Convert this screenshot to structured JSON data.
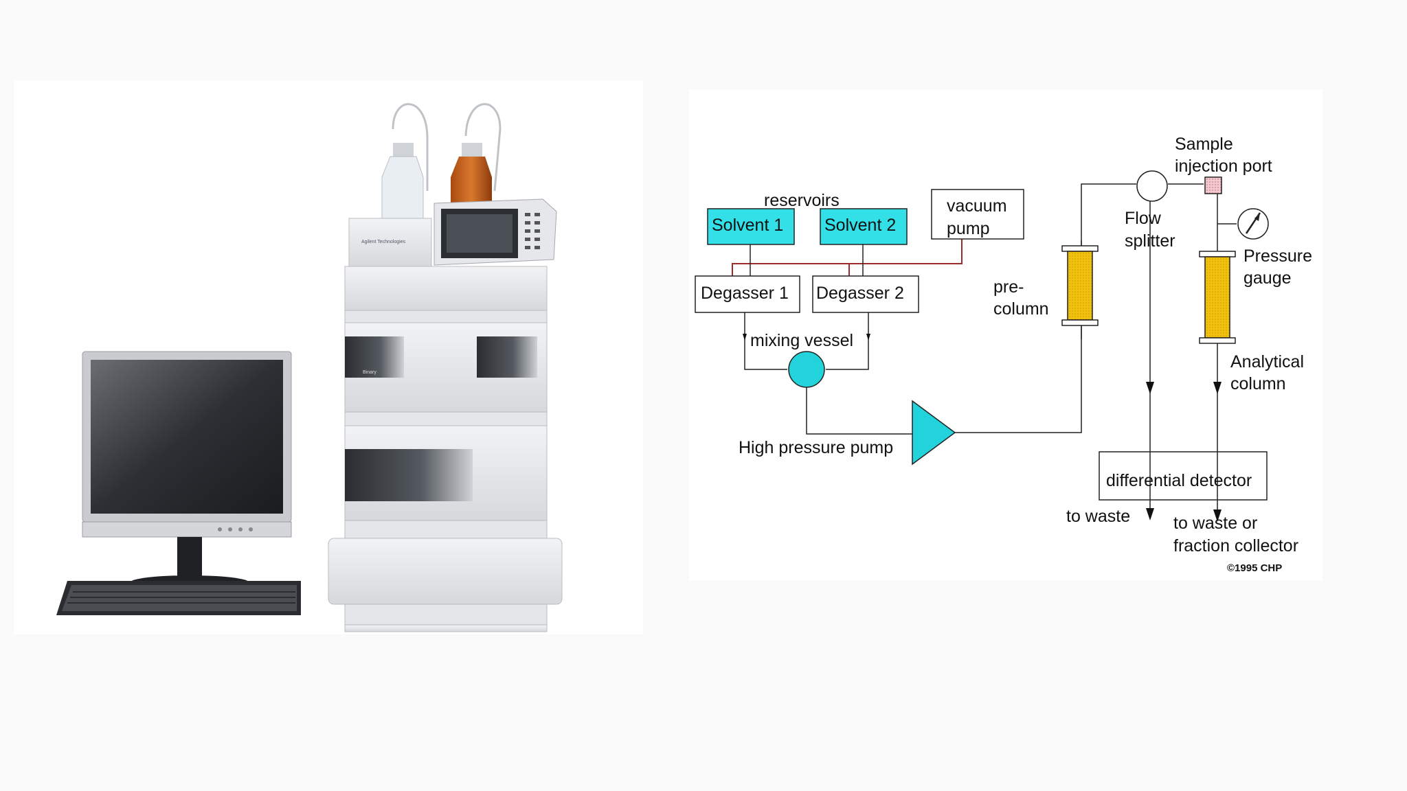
{
  "diagram": {
    "reservoirs_label": "reservoirs",
    "solvent1": "Solvent 1",
    "solvent2": "Solvent 2",
    "vacuum_pump_line1": "vacuum",
    "vacuum_pump_line2": "pump",
    "degasser1": "Degasser 1",
    "degasser2": "Degasser 2",
    "mixing_vessel": "mixing vessel",
    "high_pressure_pump": "High pressure pump",
    "precolumn_line1": "pre-",
    "precolumn_line2": "column",
    "flow_splitter_line1": "Flow",
    "flow_splitter_line2": "splitter",
    "sample_injection_line1": "Sample",
    "sample_injection_line2": "injection port",
    "pressure_gauge_line1": "Pressure",
    "pressure_gauge_line2": "gauge",
    "analytical_column_line1": "Analytical",
    "analytical_column_line2": "column",
    "detector": "differential detector",
    "to_waste": "to waste",
    "to_waste_or_line1": "to waste or",
    "to_waste_or_line2": "fraction collector",
    "copyright": "©1995 CHP"
  },
  "photo": {
    "logo_text": "Agilent Technologies",
    "module_label": "Binary"
  },
  "colors": {
    "solvent_box": "#33e0e8",
    "pump": "#22d3dc",
    "column_fill": "#f2c10e",
    "vacuum_line": "#9b2a2a"
  }
}
